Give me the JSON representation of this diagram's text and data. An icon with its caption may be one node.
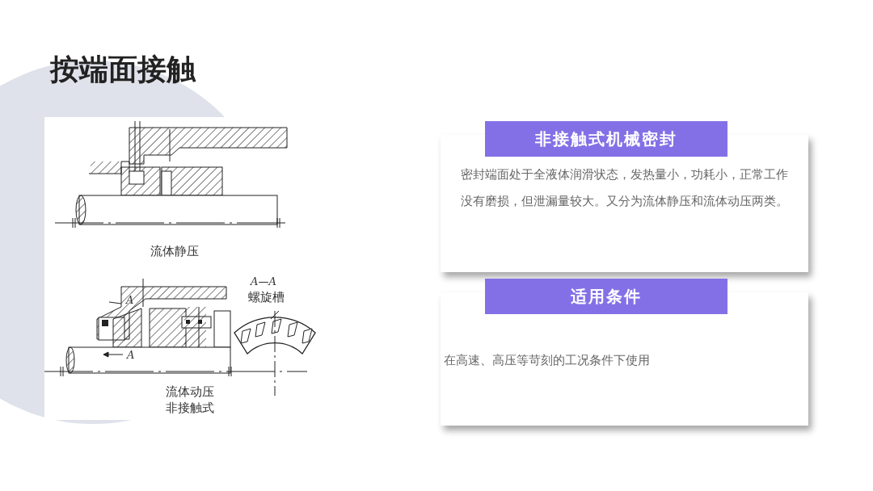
{
  "diagram": {
    "title": "按端面接触",
    "nodes": [
      {
        "text": [
          "非接触式机械密封",
          "密封端面处于全液体润滑状态，发热量小，功耗小，正常工作没有磨损，但泄漏量较大。又分为流体静压和流体动压两类。"
        ]
      },
      {
        "text": [
          "适用条件",
          "在高速、高压等苛刻的工况条件下使用"
        ]
      }
    ],
    "edges": [],
    "labels": [
      "流体静压",
      "A—A",
      "螺旋槽",
      "A",
      "A",
      "流体动压",
      "非接触式"
    ]
  }
}
